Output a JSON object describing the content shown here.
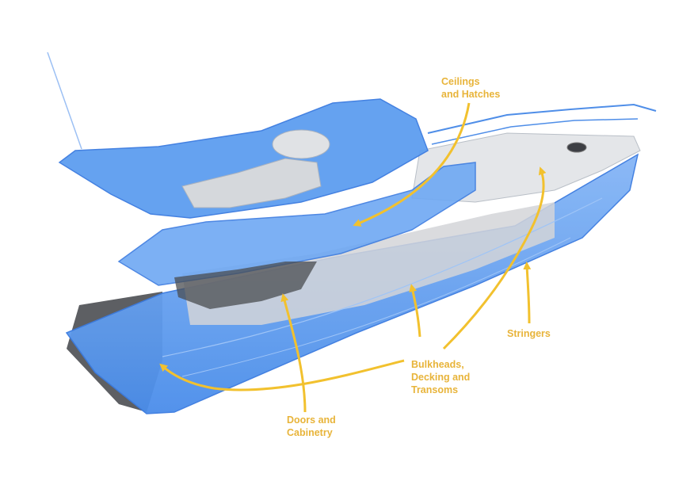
{
  "colors": {
    "hull_blue": "#5b9cf0",
    "hull_blue_light": "#8ebcf7",
    "hull_outline": "#3b7be0",
    "arrow_yellow": "#f2c12e",
    "label_yellow": "#e8b43a",
    "deck_gray": "#5d5f63",
    "interior_gray": "#d3d5d8"
  },
  "labels": {
    "ceilings": {
      "line1": "Ceilings",
      "line2": "and Hatches"
    },
    "stringers": {
      "line1": "Stringers"
    },
    "bulkheads": {
      "line1": "Bulkheads,",
      "line2": "Decking and",
      "line3": "Transoms"
    },
    "doors": {
      "line1": "Doors and",
      "line2": "Cabinetry"
    }
  }
}
